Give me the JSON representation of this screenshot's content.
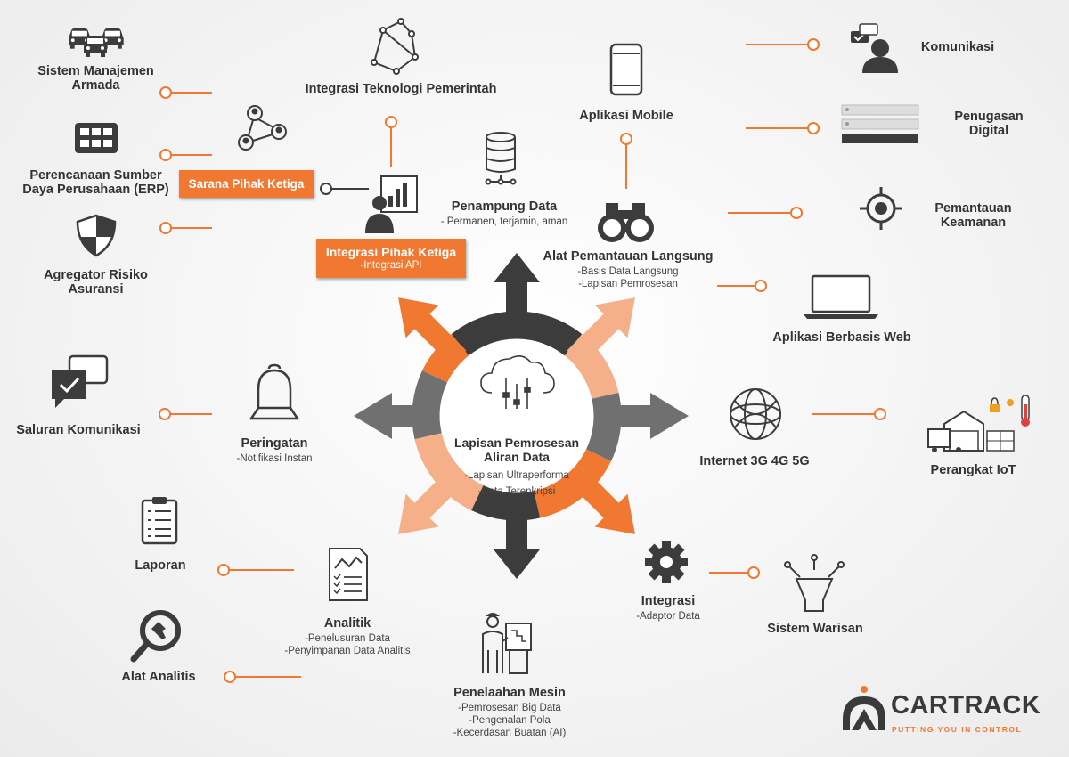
{
  "colors": {
    "orange": "#f07830",
    "dark": "#3c3c3c",
    "light_orange": "#f5b08a",
    "gray": "#7a7a7a"
  },
  "center": {
    "title": "Lapisan Pemrosesan\nAliran Data",
    "lines": [
      "-Lapisan Ultraperforma",
      "-Data Terenkripsi"
    ]
  },
  "nodes": {
    "penampung": {
      "title": "Penampung Data",
      "sub": "- Permanen, terjamin, aman"
    },
    "alat_pemantauan": {
      "title": "Alat Pemantauan Langsung",
      "lines": [
        "-Basis Data Langsung",
        "-Lapisan Pemrosesan"
      ]
    },
    "internet": {
      "title": "Internet 3G 4G 5G"
    },
    "integrasi": {
      "title": "Integrasi",
      "sub": "-Adaptor Data"
    },
    "penelaahan": {
      "title": "Penelaahan Mesin",
      "lines": [
        "-Pemrosesan Big Data",
        "-Pengenalan Pola",
        "-Kecerdasan Buatan (AI)"
      ]
    },
    "analitik": {
      "title": "Analitik",
      "lines": [
        "-Penelusuran Data",
        "-Penyimpanan Data Analitis"
      ]
    },
    "peringatan": {
      "title": "Peringatan",
      "sub": "-Notifikasi Instan"
    },
    "integrasi_pihak": {
      "title": "Integrasi Pihak Ketiga",
      "sub": "-Integrasi API"
    },
    "sarana": {
      "title": "Sarana Pihak Ketiga"
    },
    "teknologi_pemerintah": {
      "title": "Integrasi Teknologi Pemerintah"
    },
    "aplikasi_mobile": {
      "title": "Aplikasi Mobile"
    },
    "aplikasi_web": {
      "title": "Aplikasi Berbasis Web"
    },
    "sistem_warisan": {
      "title": "Sistem Warisan"
    }
  },
  "outer": {
    "sistem_armada": "Sistem Manajemen\nArmada",
    "erp": "Perencanaan Sumber\nDaya Perusahaan (ERP)",
    "agregator": "Agregator Risiko\nAsuransi",
    "komunikasi": "Komunikasi",
    "penugasan": "Penugasan\nDigital",
    "keamanan": "Pemantauan\nKeamanan",
    "saluran": "Saluran Komunikasi",
    "iot": "Perangkat IoT",
    "laporan": "Laporan",
    "alat_analitis": "Alat Analitis"
  },
  "logo": {
    "brand": "CARTRACK",
    "tagline": "PUTTING YOU IN CONTROL"
  }
}
